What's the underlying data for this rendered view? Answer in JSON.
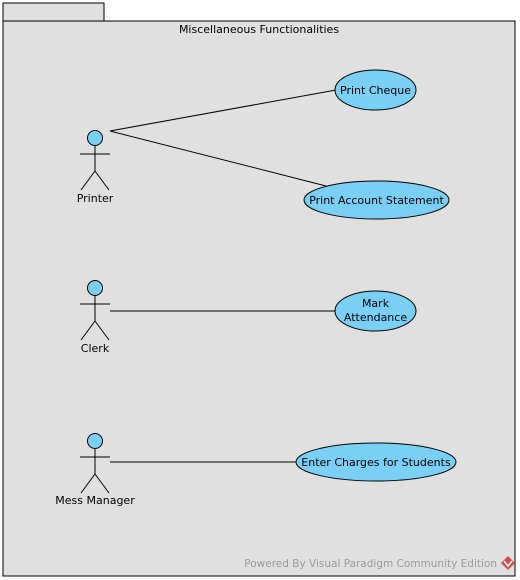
{
  "diagram": {
    "package_title": "Miscellaneous Functionalities",
    "actors": [
      {
        "id": "printer",
        "label": "Printer"
      },
      {
        "id": "clerk",
        "label": "Clerk"
      },
      {
        "id": "mess-manager",
        "label": "Mess Manager"
      }
    ],
    "use_cases": [
      {
        "id": "print-cheque",
        "lines": [
          "Print Cheque"
        ]
      },
      {
        "id": "print-account-statement",
        "lines": [
          "Print Account Statement"
        ]
      },
      {
        "id": "mark-attendance",
        "lines": [
          "Mark",
          "Attendance"
        ]
      },
      {
        "id": "enter-charges",
        "lines": [
          "Enter Charges for Students"
        ]
      }
    ],
    "associations": [
      {
        "from": "printer",
        "to": "print-cheque"
      },
      {
        "from": "printer",
        "to": "print-account-statement"
      },
      {
        "from": "clerk",
        "to": "mark-attendance"
      },
      {
        "from": "mess-manager",
        "to": "enter-charges"
      }
    ],
    "colors": {
      "package_fill": "#e0e0e0",
      "usecase_fill": "#7acff5",
      "actor_head_fill": "#7acff5",
      "stroke": "#000000"
    }
  },
  "watermark": {
    "text": "Powered By Visual Paradigm Community Edition"
  }
}
